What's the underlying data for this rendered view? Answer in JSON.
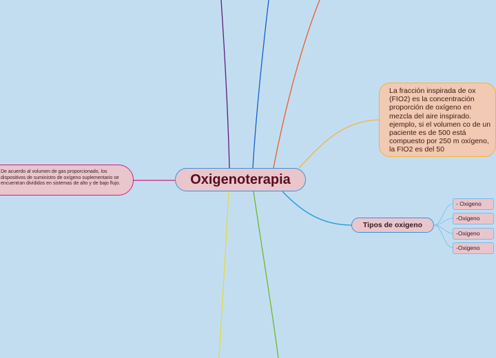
{
  "central_topic": "Oxigenoterapia",
  "left_note": "De acuerdo al volumen de gas proporcionado, los dispositivos de suministro de oxígeno suplementario se encuentran divididos en sistemas de alto y de bajo flujo.",
  "right_note": "La fracción inspirada de ox (FIO2) es la concentración proporción de oxígeno en mezcla del aire inspirado. ejemplo, si el volumen co de un paciente es de 500 está compuesto por 250 m oxígeno, la FIO2 es del 50",
  "tipos": {
    "label": "Tipos de oxigeno",
    "items": [
      "- Oxigeno",
      "-Oxigeno",
      "-Oxigeno",
      "-Oxigeno"
    ]
  },
  "colors": {
    "background": "#c3ddf0",
    "node_fill": "#e8c6cc",
    "branch_purple": "#5b1c7c",
    "branch_blue": "#1160c8",
    "branch_orange": "#e85d2a",
    "branch_yellow_orange": "#f0b53a",
    "branch_sky": "#1c9ad8",
    "branch_magenta": "#d91a7a",
    "branch_yellow": "#e2dc3c",
    "branch_green": "#6cb82c"
  }
}
